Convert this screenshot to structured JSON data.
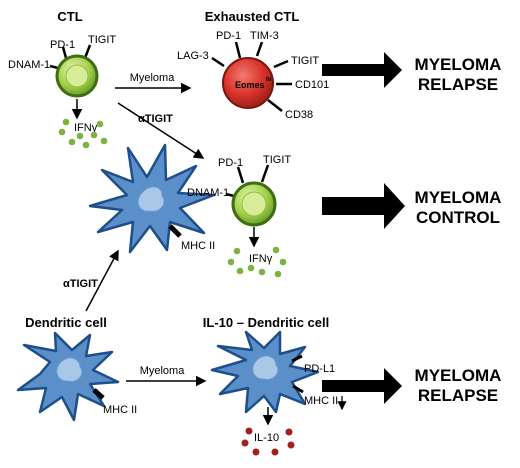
{
  "titles": {
    "ctl": "CTL",
    "exhausted": "Exhausted CTL",
    "dc": "Dendritic cell",
    "il10_dc": "IL-10 – Dendritic cell"
  },
  "ctl_receptors": {
    "pd1": "PD-1",
    "tigit": "TIGIT",
    "dnam1": "DNAM-1"
  },
  "exhausted_receptors": {
    "pd1": "PD-1",
    "tim3": "TIM-3",
    "lag3": "LAG-3",
    "tigit": "TIGIT",
    "cd101": "CD101",
    "cd38": "CD38",
    "eomes": "Eomes",
    "eomes_sup": "hi"
  },
  "control_ctl_receptors": {
    "pd1": "PD-1",
    "tigit": "TIGIT",
    "dnam1": "DNAM-1"
  },
  "cytokines": {
    "ifn1": "IFNγ",
    "ifn2": "IFNγ",
    "il10": "IL-10"
  },
  "dc_markers": {
    "mhc_top": "MHC II",
    "mhc_dc": "MHC II",
    "pdl1": "PD-L1",
    "mhc_il10": "MHC II"
  },
  "arrows": {
    "myeloma_top": "Myeloma",
    "atigit_diag": "αTIGIT",
    "atigit_up": "αTIGIT",
    "myeloma_bottom": "Myeloma"
  },
  "outcomes": {
    "relapse1_a": "MYELOMA",
    "relapse1_b": "RELAPSE",
    "control_a": "MYELOMA",
    "control_b": "CONTROL",
    "relapse2_a": "MYELOMA",
    "relapse2_b": "RELAPSE"
  },
  "colors": {
    "ctl_green": "#8cc23f",
    "ctl_green_light": "#d4eb9a",
    "exhausted_red": "#d9342b",
    "dc_blue": "#5b8fc9",
    "dc_blue_light": "#a9c8e8",
    "dot_green": "#7cb342",
    "dot_red": "#a32020"
  }
}
